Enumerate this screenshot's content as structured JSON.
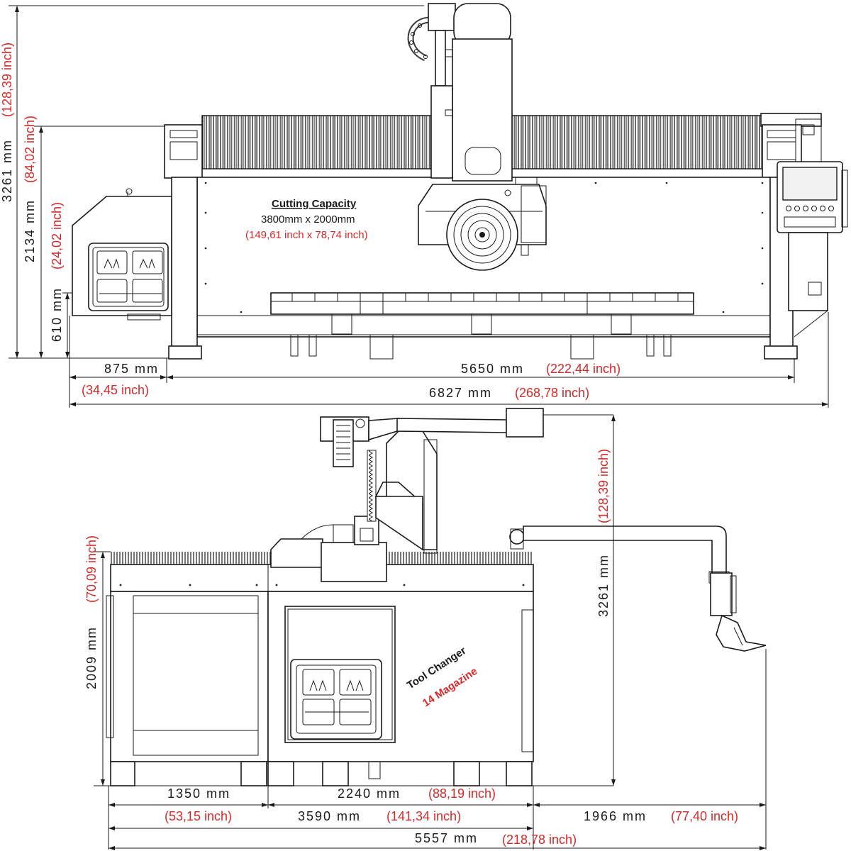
{
  "front_view": {
    "cutting_capacity": {
      "title": "Cutting Capacity",
      "size_mm": "3800mm x 2000mm",
      "size_inch": "(149,61 inch x 78,74 inch)"
    },
    "dims": {
      "overall_height_mm": "3261 mm",
      "overall_height_inch": "(128,39 inch)",
      "bridge_height_mm": "2134 mm",
      "bridge_height_inch": "(84,02 inch)",
      "table_height_mm": "610 mm",
      "table_height_inch": "(24,02 inch)",
      "left_offset_mm": "875 mm",
      "left_offset_inch": "(34,45 inch)",
      "rail_span_mm": "5650 mm",
      "rail_span_inch": "(222,44 inch)",
      "overall_length_mm": "6827 mm",
      "overall_length_inch": "(268,78 inch)"
    }
  },
  "side_view": {
    "tool_changer": {
      "line1": "Tool Changer",
      "line2": "14 Magazine"
    },
    "dims": {
      "frame_height_mm": "2009 mm",
      "frame_height_inch": "(70,09 inch)",
      "overall_height_mm": "3261 mm",
      "overall_height_inch": "(128,39 inch)",
      "left_section_mm": "1350 mm",
      "left_section_inch": "(53,15 inch)",
      "right_section_mm": "2240 mm",
      "right_section_inch": "(88,19 inch)",
      "frame_width_mm": "3590 mm",
      "frame_width_inch": "(141,34 inch)",
      "arm_reach_mm": "1966 mm",
      "arm_reach_inch": "(77,40 inch)",
      "overall_width_mm": "5557 mm",
      "overall_width_inch": "(218,78 inch)"
    }
  }
}
